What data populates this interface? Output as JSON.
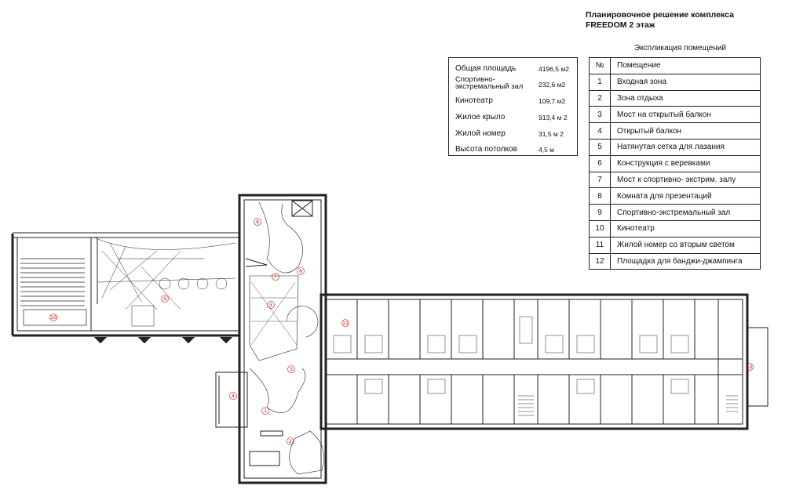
{
  "title": {
    "line1": "Планировочное решение комплекса",
    "line2": "FREEDOM 2 этаж"
  },
  "areas": [
    {
      "label": "Общая площадь",
      "value": "4196,5 м2"
    },
    {
      "label": "Спортивно-экстремальный зал",
      "value": "232,6 м2"
    },
    {
      "label": "Кинотеатр",
      "value": "109,7 м2"
    },
    {
      "label": "Жилое крыло",
      "value": "913,4 м 2"
    },
    {
      "label": "Жилой номер",
      "value": "31,5 м 2"
    },
    {
      "label": "Высота потолков",
      "value": "4,5 м"
    }
  ],
  "explication": {
    "title": "Экспликация помещений",
    "header": {
      "num": "№",
      "name": "Помещение"
    },
    "rows": [
      {
        "num": "1",
        "name": "Входная зона"
      },
      {
        "num": "2",
        "name": "Зона отдыха"
      },
      {
        "num": "3",
        "name": "Мост на открытый балкон"
      },
      {
        "num": "4",
        "name": "Открытый балкон"
      },
      {
        "num": "5",
        "name": "Натянутая сетка для лазания"
      },
      {
        "num": "6",
        "name": "Конструкция с веревками"
      },
      {
        "num": "7",
        "name": "Мост к спортивно- экстрим. залу"
      },
      {
        "num": "8",
        "name": "Комната для презентаций"
      },
      {
        "num": "9",
        "name": "Спортивно-экстремальный зал"
      },
      {
        "num": "10",
        "name": "Кинотеатр"
      },
      {
        "num": "11",
        "name": "Жилой номер со вторым светом"
      },
      {
        "num": "12",
        "name": "Площадка для банджи-джампинга"
      }
    ]
  },
  "plan_marks": [
    "1",
    "2",
    "3",
    "4",
    "5",
    "6",
    "7",
    "8",
    "9",
    "10",
    "11",
    "12"
  ]
}
